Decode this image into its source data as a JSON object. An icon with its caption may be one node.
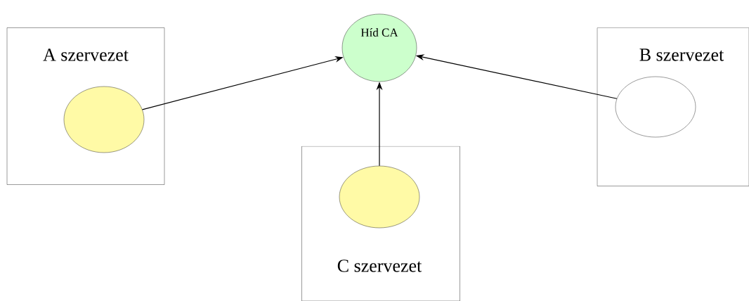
{
  "diagram": {
    "nodes": [
      {
        "text": [
          "Híd CA"
        ]
      },
      {
        "text": [
          "A szervezet"
        ]
      },
      {
        "text": [],
        "shape": "ellipse",
        "in": 1
      },
      {
        "text": [
          "B szervezet"
        ]
      },
      {
        "text": [],
        "shape": "ellipse",
        "in": 3
      },
      {
        "text": [
          "C szervezet"
        ]
      },
      {
        "text": [],
        "shape": "ellipse",
        "in": 5
      }
    ],
    "edges": [
      {
        "from": 2,
        "to": 0,
        "arrow": "to"
      },
      {
        "from": 4,
        "to": 0,
        "arrow": "to"
      },
      {
        "from": 6,
        "to": 0,
        "arrow": "to"
      }
    ]
  }
}
